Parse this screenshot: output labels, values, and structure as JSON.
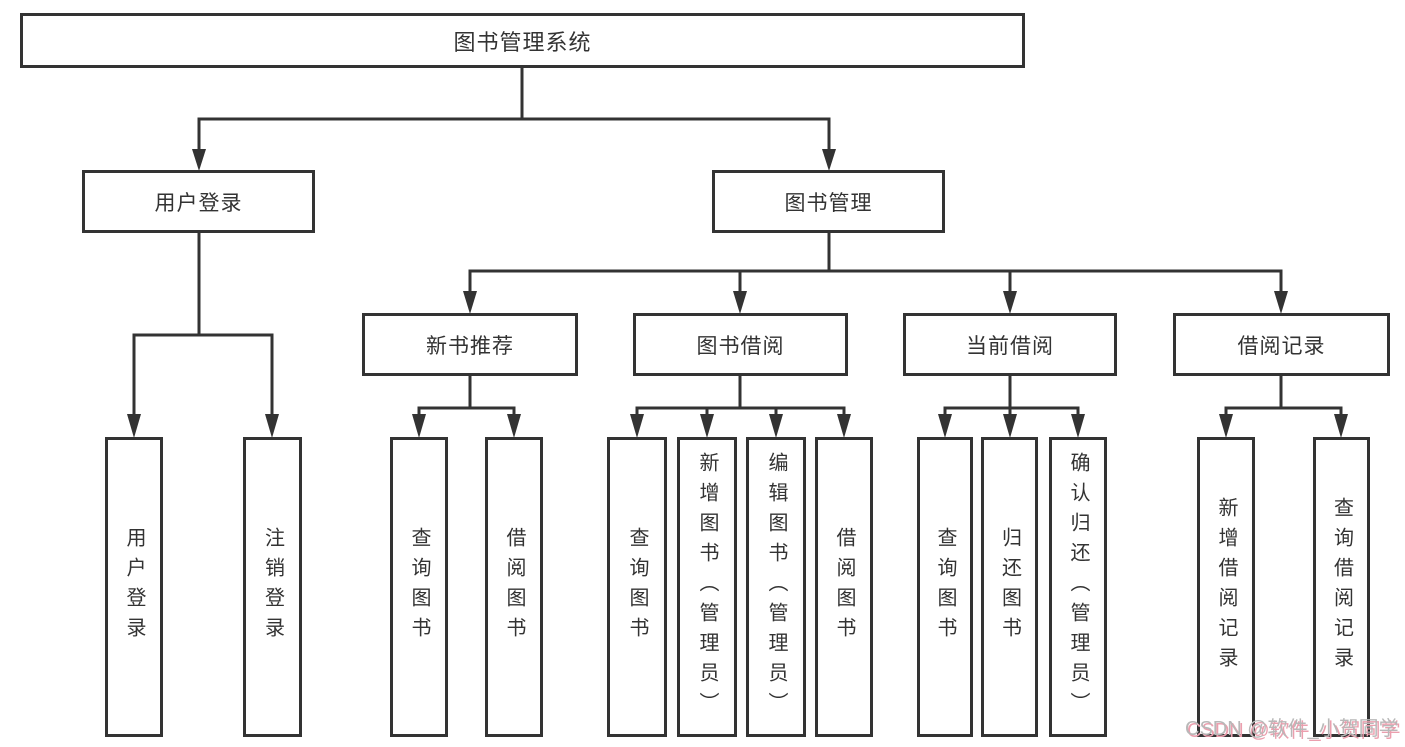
{
  "diagram_type": "tree",
  "nodes": {
    "root": {
      "label": "图书管理系统",
      "level": 1
    },
    "user_login": {
      "label": "用户登录",
      "level": 2,
      "parent": "root"
    },
    "book_mgmt": {
      "label": "图书管理",
      "level": 2,
      "parent": "root"
    },
    "login_leaf": {
      "label": "用户登录",
      "level": 4,
      "parent": "user_login"
    },
    "logout_leaf": {
      "label": "注销登录",
      "level": 4,
      "parent": "user_login"
    },
    "new_book_rec": {
      "label": "新书推荐",
      "level": 3,
      "parent": "book_mgmt"
    },
    "book_borrow": {
      "label": "图书借阅",
      "level": 3,
      "parent": "book_mgmt"
    },
    "current_borrow": {
      "label": "当前借阅",
      "level": 3,
      "parent": "book_mgmt"
    },
    "borrow_records": {
      "label": "借阅记录",
      "level": 3,
      "parent": "book_mgmt"
    },
    "nbr_query": {
      "label": "查询图书",
      "level": 4,
      "parent": "new_book_rec"
    },
    "nbr_borrow": {
      "label": "借阅图书",
      "level": 4,
      "parent": "new_book_rec"
    },
    "bb_query": {
      "label": "查询图书",
      "level": 4,
      "parent": "book_borrow"
    },
    "bb_add": {
      "label": "新增图书（管理员）",
      "level": 4,
      "parent": "book_borrow"
    },
    "bb_edit": {
      "label": "编辑图书（管理员）",
      "level": 4,
      "parent": "book_borrow"
    },
    "bb_borrow": {
      "label": "借阅图书",
      "level": 4,
      "parent": "book_borrow"
    },
    "cb_query": {
      "label": "查询图书",
      "level": 4,
      "parent": "current_borrow"
    },
    "cb_return": {
      "label": "归还图书",
      "level": 4,
      "parent": "current_borrow"
    },
    "cb_confirm": {
      "label": "确认归还（管理员）",
      "level": 4,
      "parent": "current_borrow"
    },
    "br_add": {
      "label": "新增借阅记录",
      "level": 4,
      "parent": "borrow_records"
    },
    "br_query": {
      "label": "查询借阅记录",
      "level": 4,
      "parent": "borrow_records"
    }
  },
  "watermark": {
    "text": "CSDN @软件_小贺同学"
  },
  "colors": {
    "line": "#333333",
    "box_border": "#333333",
    "text": "#333333",
    "background": "#ffffff",
    "watermark_text": "#b8b8b8",
    "watermark_shadow": "#eb9fae"
  }
}
